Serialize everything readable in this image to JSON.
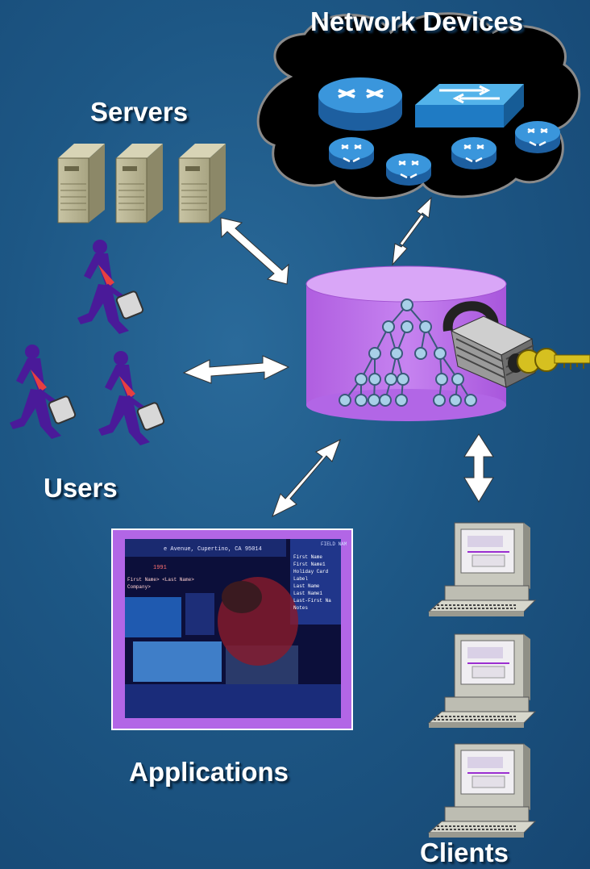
{
  "labels": {
    "network_devices": "Network Devices",
    "servers": "Servers",
    "users": "Users",
    "applications": "Applications",
    "clients": "Clients"
  },
  "screen_text": {
    "line1": "e Avenue, Cupertino, CA 95014",
    "field_header": "FIELD NAM",
    "fields": [
      "First Name",
      "First Name1",
      "Holiday Card",
      "Label",
      "Last Name",
      "Last Name1",
      "Last-First Na",
      "Notes"
    ],
    "left1": "1991",
    "left2": "First Name> <Last Name>",
    "left3": "Company>"
  },
  "colors": {
    "background": "#1d5785",
    "database": "#b266e6",
    "user_figure": "#4a1a99",
    "arrow": "#ffffff",
    "router": "#2e86c8",
    "key": "#d6c020"
  }
}
